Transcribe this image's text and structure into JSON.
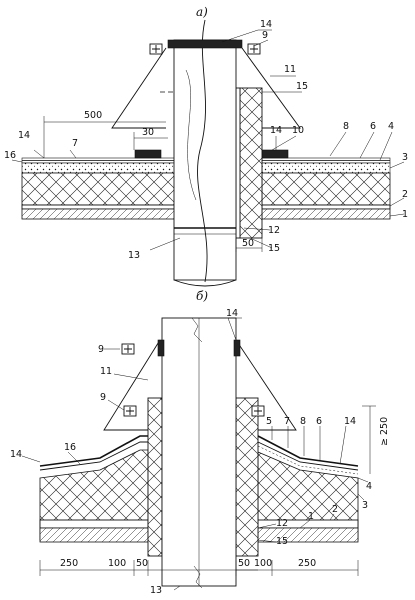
{
  "panel_a": {
    "label": "а)",
    "callouts": {
      "c1": "1",
      "c2": "2",
      "c3": "3",
      "c4": "4",
      "c6": "6",
      "c7": "7",
      "c8": "8",
      "c9": "9",
      "c10": "10",
      "c11": "11",
      "c12": "12",
      "c13": "13",
      "c14_top": "14",
      "c14_left": "14",
      "c14_mid": "14",
      "c15_top": "15",
      "c15_bot": "15",
      "c16": "16"
    },
    "dims": {
      "d500": "500",
      "d30": "30",
      "d50": "50"
    }
  },
  "panel_b": {
    "label": "б)",
    "callouts": {
      "c1": "1",
      "c2": "2",
      "c3": "3",
      "c4": "4",
      "c5": "5",
      "c6": "6",
      "c7": "7",
      "c8": "8",
      "c9_top": "9",
      "c9_low": "9",
      "c11": "11",
      "c12": "12",
      "c13": "13",
      "c14_top": "14",
      "c14_right": "14",
      "c14_left": "14",
      "c15": "15",
      "c16": "16"
    },
    "dims": {
      "d250_left": "250",
      "d100_left": "100",
      "d50_left": "50",
      "d50_right": "50",
      "d100_right": "100",
      "d250_right": "250",
      "d250_vert": "≥ 250"
    }
  }
}
